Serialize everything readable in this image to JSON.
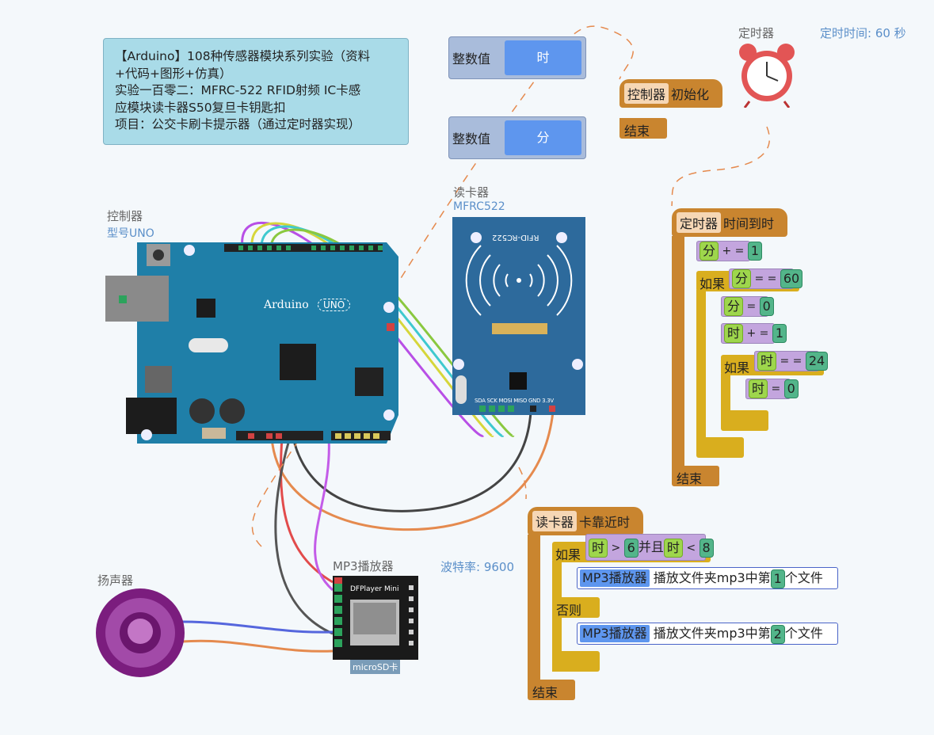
{
  "note": {
    "line1": "【Arduino】108种传感器模块系列实验（资料",
    "line2": "+代码+图形+仿真）",
    "line3": "实验一百零二：MFRC-522 RFID射频 IC卡感",
    "line4": "应模块读卡器S50复旦卡钥匙扣",
    "line5": "项目：公交卡刷卡提示器（通过定时器实现）"
  },
  "variables": [
    {
      "type": "整数值",
      "name": "时"
    },
    {
      "type": "整数值",
      "name": "分"
    }
  ],
  "controller": {
    "label": "控制器",
    "model": "型号UNO"
  },
  "reader": {
    "label": "读卡器",
    "model": "MFRC522"
  },
  "timer": {
    "label": "定时器",
    "interval": "定时时间: 60 秒"
  },
  "mp3": {
    "label": "MP3播放器",
    "baud": "波特率: 9600"
  },
  "speaker": {
    "label": "扬声器"
  },
  "board_text": {
    "brand": "Arduino",
    "uno": "UNO",
    "rfid": "RFID-RC522",
    "pins": "SDA SCK MOSI MISO GND 3.3V",
    "dfplayer": "DFPlayer Mini",
    "sd": "microSD卡"
  },
  "init_block": {
    "chip": "控制器",
    "event": "初始化",
    "end": "结束"
  },
  "timer_block": {
    "chip": "定时器",
    "event": "时间到时",
    "min_var": "分",
    "plus_eq": "+ =",
    "one": "1",
    "if": "如果",
    "eqeq": "= =",
    "sixty": "60",
    "eq": "=",
    "zero": "0",
    "hour_var": "时",
    "twentyfour": "24",
    "end": "结束"
  },
  "card_block": {
    "chip": "读卡器",
    "event": "卡靠近时",
    "if": "如果",
    "gt": ">",
    "six": "6",
    "and": "并且",
    "lt": "<",
    "eight": "8",
    "hour_var": "时",
    "play1_device": "MP3播放器",
    "play1_text": "播放文件夹mp3中第",
    "play1_num": "1",
    "play1_suffix": "个文件",
    "else": "否则",
    "play2_device": "MP3播放器",
    "play2_text": "播放文件夹mp3中第",
    "play2_num": "2",
    "play2_suffix": "个文件",
    "end": "结束"
  },
  "colors": {
    "note_bg": "#a9dbe8",
    "board": "#1f7fa8",
    "rfid": "#2d6a9c",
    "event_block": "#c9852f",
    "if_block": "#d9ae1e",
    "variable_chip": "#9ed64c",
    "number_chip": "#53b58a",
    "mp3_chip": "#5e96ee"
  }
}
